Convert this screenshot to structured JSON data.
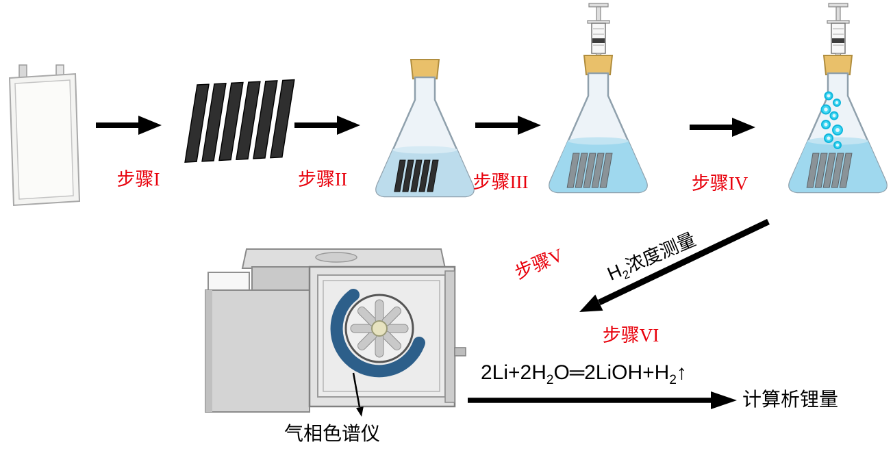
{
  "colors": {
    "step_red": "#e8000b",
    "liquid_light": "#bcdcec",
    "liquid_blue": "#9fd8ee",
    "bubble_cyan": "#3fd6f2",
    "stopper_tan": "#e9c06a",
    "electrode_dark": "#2f2f2f",
    "electrode_gray": "#8a9398",
    "swoosh_blue": "#2d5f8a",
    "arrow_black": "#000000"
  },
  "steps": [
    {
      "label": "步骤I"
    },
    {
      "label": "步骤II"
    },
    {
      "label": "步骤III"
    },
    {
      "label": "步骤IV"
    },
    {
      "label": "步骤V"
    },
    {
      "label": "步骤VI"
    }
  ],
  "h2_measurement": {
    "pre": "H",
    "sub": "2",
    "post": "浓度测量"
  },
  "equation": {
    "p1": "2Li+2H",
    "s1": "2",
    "p2": "O",
    "eq": "═",
    "p3": "2LiOH+H",
    "s2": "2",
    "p4": "↑"
  },
  "labels": {
    "gas_chromatograph": "气相色谱仪",
    "result": "计算析锂量"
  }
}
